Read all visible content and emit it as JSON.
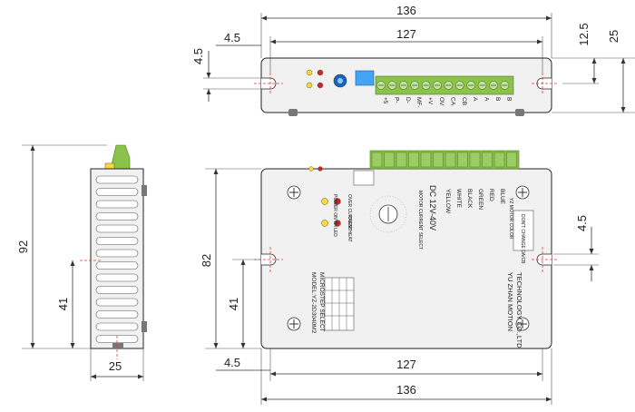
{
  "top_view": {
    "dim_overall_width": "136",
    "dim_hole_spacing": "127",
    "dim_edge_offset": "4.5",
    "dim_hole_height": "12.5",
    "dim_height": "25",
    "terminal_labels": [
      "+5",
      "P-",
      "D-",
      "MF-",
      "+V",
      "OV",
      "CA",
      "CB",
      "A",
      "A",
      "B",
      "B"
    ]
  },
  "side_view": {
    "dim_length": "92",
    "dim_hole_offset": "41",
    "dim_width": "25"
  },
  "front_view": {
    "dim_length": "82",
    "dim_hole_offset": "41",
    "dim_edge_offset": "4.5",
    "dim_hole_spacing": "127",
    "dim_overall_width": "136",
    "dim_right_offset": "4.5",
    "labels": {
      "dont_change": "DON'T CHANGE DA/CB",
      "yz_motor_color": "YZ MOTOR COLOR",
      "yellow": "YELLOW",
      "white": "WHITE",
      "black": "BLACK",
      "green": "GREEN",
      "red": "RED",
      "blue": "BLUE",
      "voltage": "DC 12V-40V",
      "current_select": "MOTOR CURRENT SELECT",
      "power_led": "POWER ON TH LED",
      "over_current": "OVER CURRENT",
      "over_heat": "OVER HEAT",
      "model": "MODEL:YZ-2D3040M2",
      "microstep": "MICROSTEP SELECT",
      "company_line1": "YU ZHAN MOTION",
      "company_line2": "TECHNOLOGY CO.,LTD"
    }
  }
}
